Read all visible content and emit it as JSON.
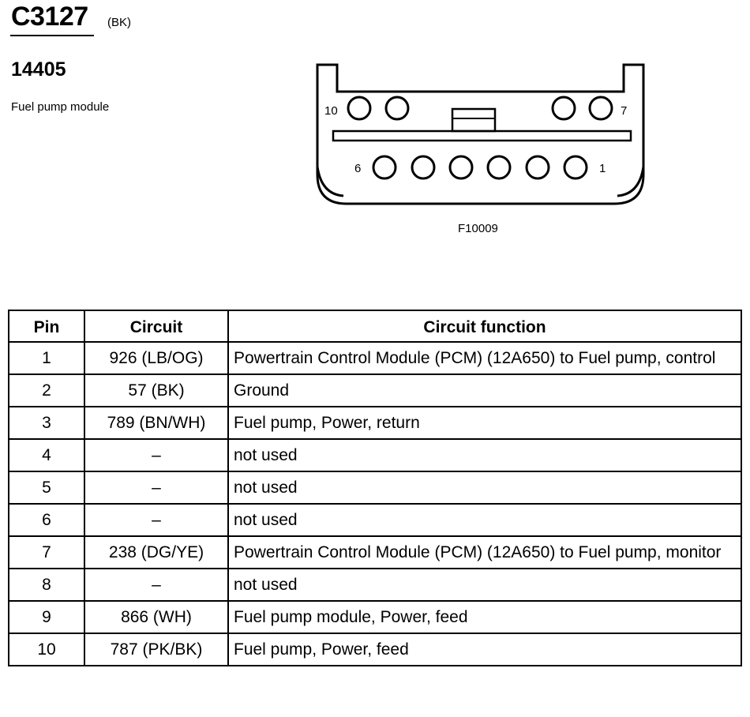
{
  "header": {
    "connector_id": "C3127",
    "connector_color": "(BK)",
    "part_number": "14405",
    "description": "Fuel pump module"
  },
  "figure": {
    "figure_id": "F10009",
    "pin_labels": {
      "top_left": "10",
      "top_right": "7",
      "bottom_left": "6",
      "bottom_right": "1"
    }
  },
  "table": {
    "headers": [
      "Pin",
      "Circuit",
      "Circuit function"
    ],
    "rows": [
      {
        "pin": "1",
        "circuit": "926 (LB/OG)",
        "function": "Powertrain Control Module (PCM) (12A650) to Fuel pump, control"
      },
      {
        "pin": "2",
        "circuit": "57 (BK)",
        "function": "Ground"
      },
      {
        "pin": "3",
        "circuit": "789 (BN/WH)",
        "function": "Fuel pump, Power, return"
      },
      {
        "pin": "4",
        "circuit": "–",
        "function": "not used"
      },
      {
        "pin": "5",
        "circuit": "–",
        "function": "not used"
      },
      {
        "pin": "6",
        "circuit": "–",
        "function": "not used"
      },
      {
        "pin": "7",
        "circuit": "238 (DG/YE)",
        "function": "Powertrain Control Module (PCM) (12A650) to Fuel pump, monitor"
      },
      {
        "pin": "8",
        "circuit": "–",
        "function": "not used"
      },
      {
        "pin": "9",
        "circuit": "866 (WH)",
        "function": "Fuel pump module, Power, feed"
      },
      {
        "pin": "10",
        "circuit": "787 (PK/BK)",
        "function": "Fuel pump, Power, feed"
      }
    ]
  }
}
